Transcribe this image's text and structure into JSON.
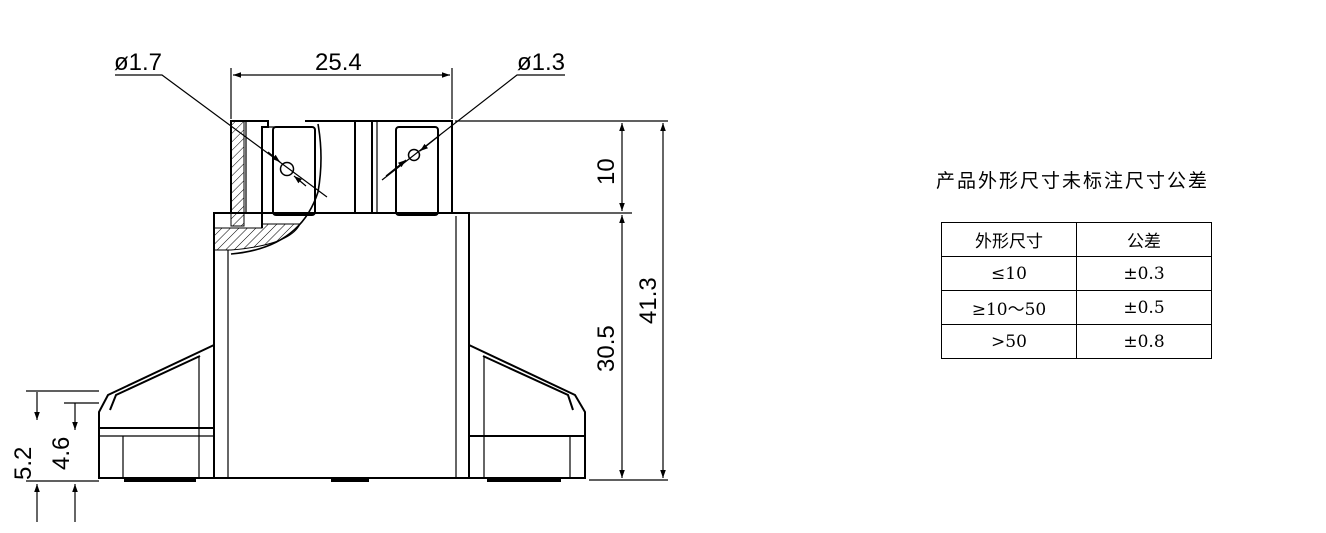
{
  "dimensions": {
    "hole_left": "ø1.7",
    "hole_right": "ø1.3",
    "width_top": "25.4",
    "height_terminal": "10",
    "height_body": "30.5",
    "height_total": "41.3",
    "base_outer": "5.2",
    "base_inner": "4.6"
  },
  "tolerance_note": "产品外形尺寸未标注尺寸公差",
  "tolerance_table": {
    "headers": [
      "外形尺寸",
      "公差"
    ],
    "rows": [
      [
        "≤10",
        "±0.3"
      ],
      [
        "≥10～50",
        "±0.5"
      ],
      [
        ">50",
        "±0.8"
      ]
    ]
  }
}
